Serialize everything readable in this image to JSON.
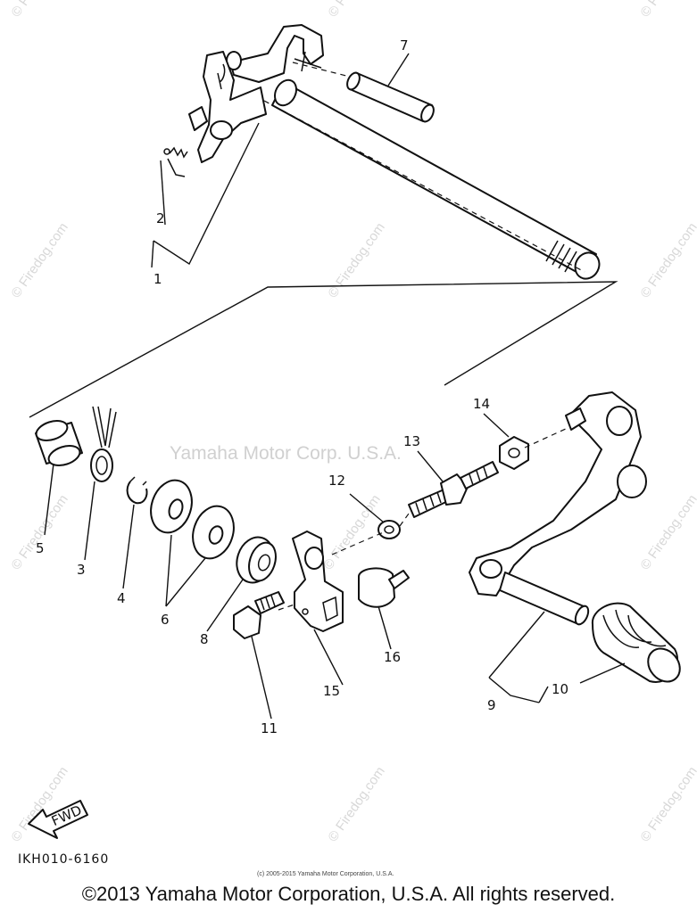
{
  "parts": [
    {
      "id": "1",
      "label": "1"
    },
    {
      "id": "2",
      "label": "2"
    },
    {
      "id": "3",
      "label": "3"
    },
    {
      "id": "4",
      "label": "4"
    },
    {
      "id": "5",
      "label": "5"
    },
    {
      "id": "6",
      "label": "6"
    },
    {
      "id": "7",
      "label": "7"
    },
    {
      "id": "8",
      "label": "8"
    },
    {
      "id": "9",
      "label": "9"
    },
    {
      "id": "10",
      "label": "10"
    },
    {
      "id": "11",
      "label": "11"
    },
    {
      "id": "12",
      "label": "12"
    },
    {
      "id": "13",
      "label": "13"
    },
    {
      "id": "14",
      "label": "14"
    },
    {
      "id": "15",
      "label": "15"
    },
    {
      "id": "16",
      "label": "16"
    }
  ],
  "diagram_code": "IKH010-6160",
  "fwd_label": "FWD",
  "watermark": "© Firedog.com",
  "center_watermark": "Yamaha Motor Corp. U.S.A.",
  "small_copyright": "(c) 2005-2015 Yamaha Motor Corporation, U.S.A.",
  "footer": "©2013 Yamaha Motor Corporation, U.S.A. All rights reserved."
}
